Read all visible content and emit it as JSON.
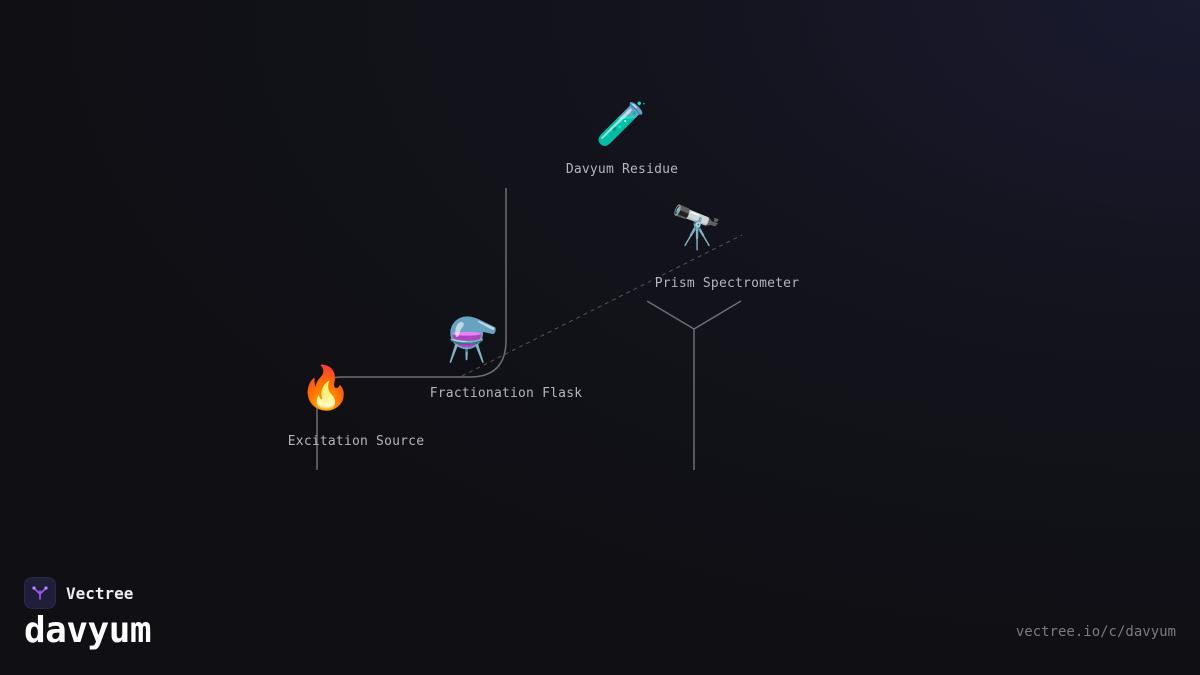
{
  "brand": {
    "name": "Vectree",
    "logo_icon": "vectree-tree-icon",
    "accent": "#a855f7"
  },
  "diagram": {
    "title": "davyum",
    "url": "vectree.io/c/davyum",
    "nodes": [
      {
        "id": "residue",
        "icon": "test-tube-icon",
        "emoji": "🧪",
        "label": "Davyum Residue"
      },
      {
        "id": "spectrometer",
        "icon": "telescope-icon",
        "emoji": "🔭",
        "label": "Prism Spectrometer"
      },
      {
        "id": "flask",
        "icon": "flask-icon",
        "emoji": "⚗️",
        "label": "Fractionation Flask"
      },
      {
        "id": "source",
        "icon": "fire-icon",
        "emoji": "🔥",
        "label": "Excitation Source"
      }
    ],
    "edges": [
      {
        "from": "source",
        "to": "flask",
        "style": "solid"
      },
      {
        "from": "flask",
        "to": "residue",
        "style": "solid"
      },
      {
        "from": "flask",
        "to": "spectrometer",
        "style": "dashed"
      },
      {
        "from": "spectrometer",
        "to": "root",
        "style": "solid"
      }
    ],
    "colors": {
      "edge": "#6e6e76",
      "edge_dashed": "#55555c",
      "label": "#b4b4bc",
      "background": "#0f0f14"
    }
  }
}
